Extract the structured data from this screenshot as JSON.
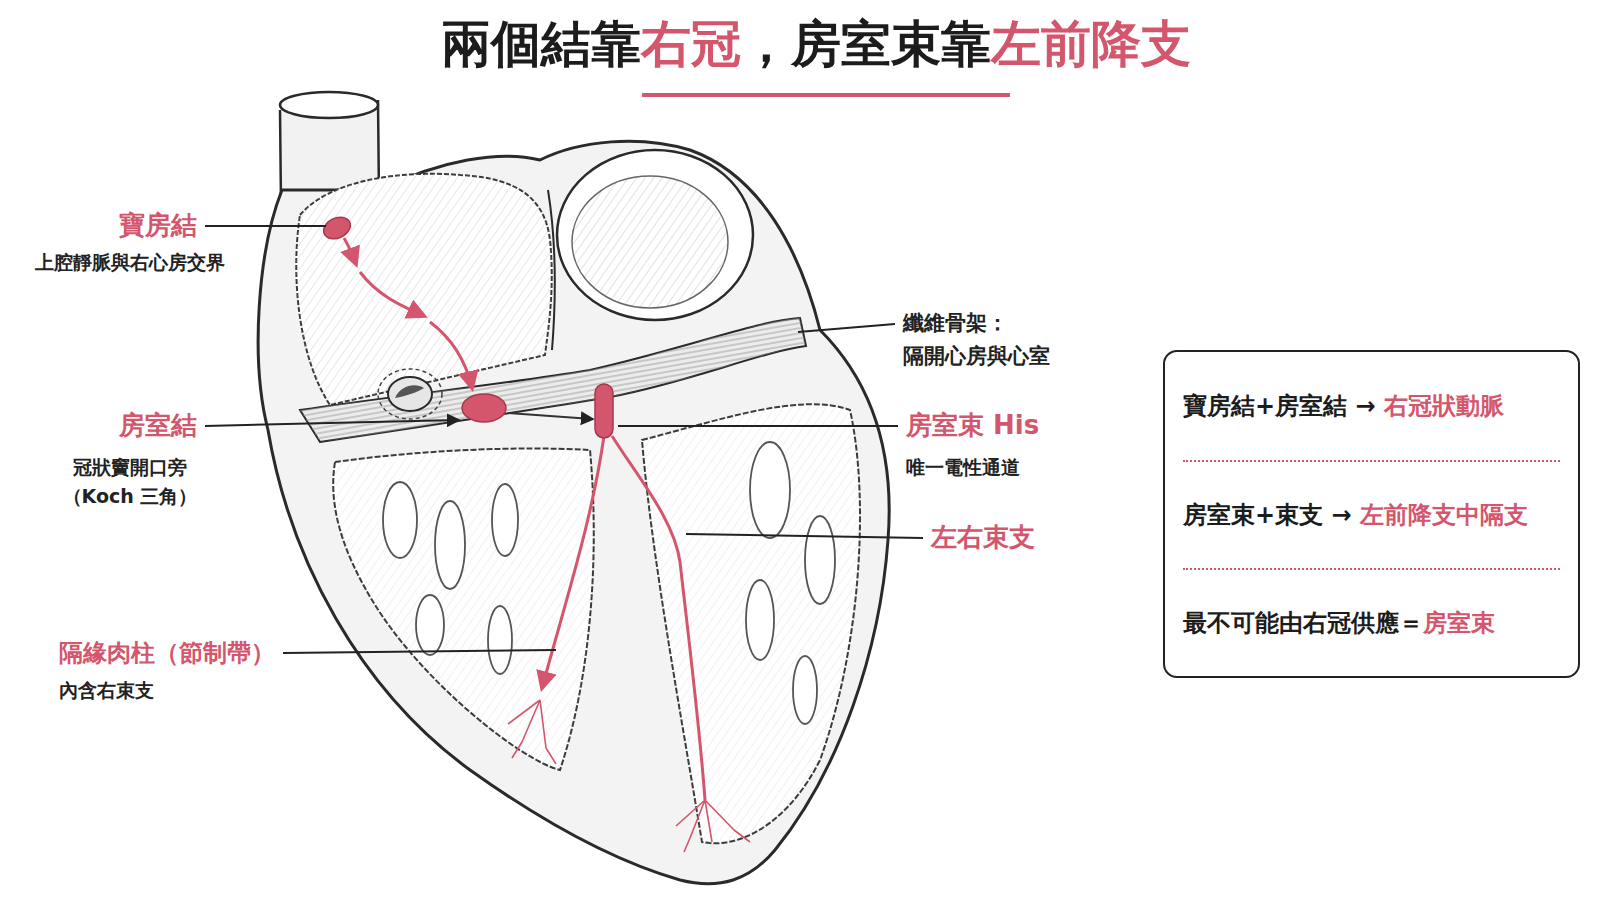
{
  "diagram": {
    "title": "兩個結靠右冠，房室束靠左前降支",
    "nodes": [
      {
        "text": [
          "寶房結+房室結 → 右冠狀動脈",
          "房室束+束支 → 左前降支中隔支",
          "最不可能由右冠供應＝房室束"
        ]
      }
    ],
    "labels": [
      "寶房結",
      "上腔靜脈與右心房交界",
      "房室結",
      "冠狀竇開口旁",
      "（Koch 三角）",
      "隔緣肉柱（節制帶）",
      "內含右束支",
      "纖維骨架：",
      "隔開心房與心室",
      "房室束 His",
      "唯一電性通道",
      "左右束支"
    ]
  }
}
